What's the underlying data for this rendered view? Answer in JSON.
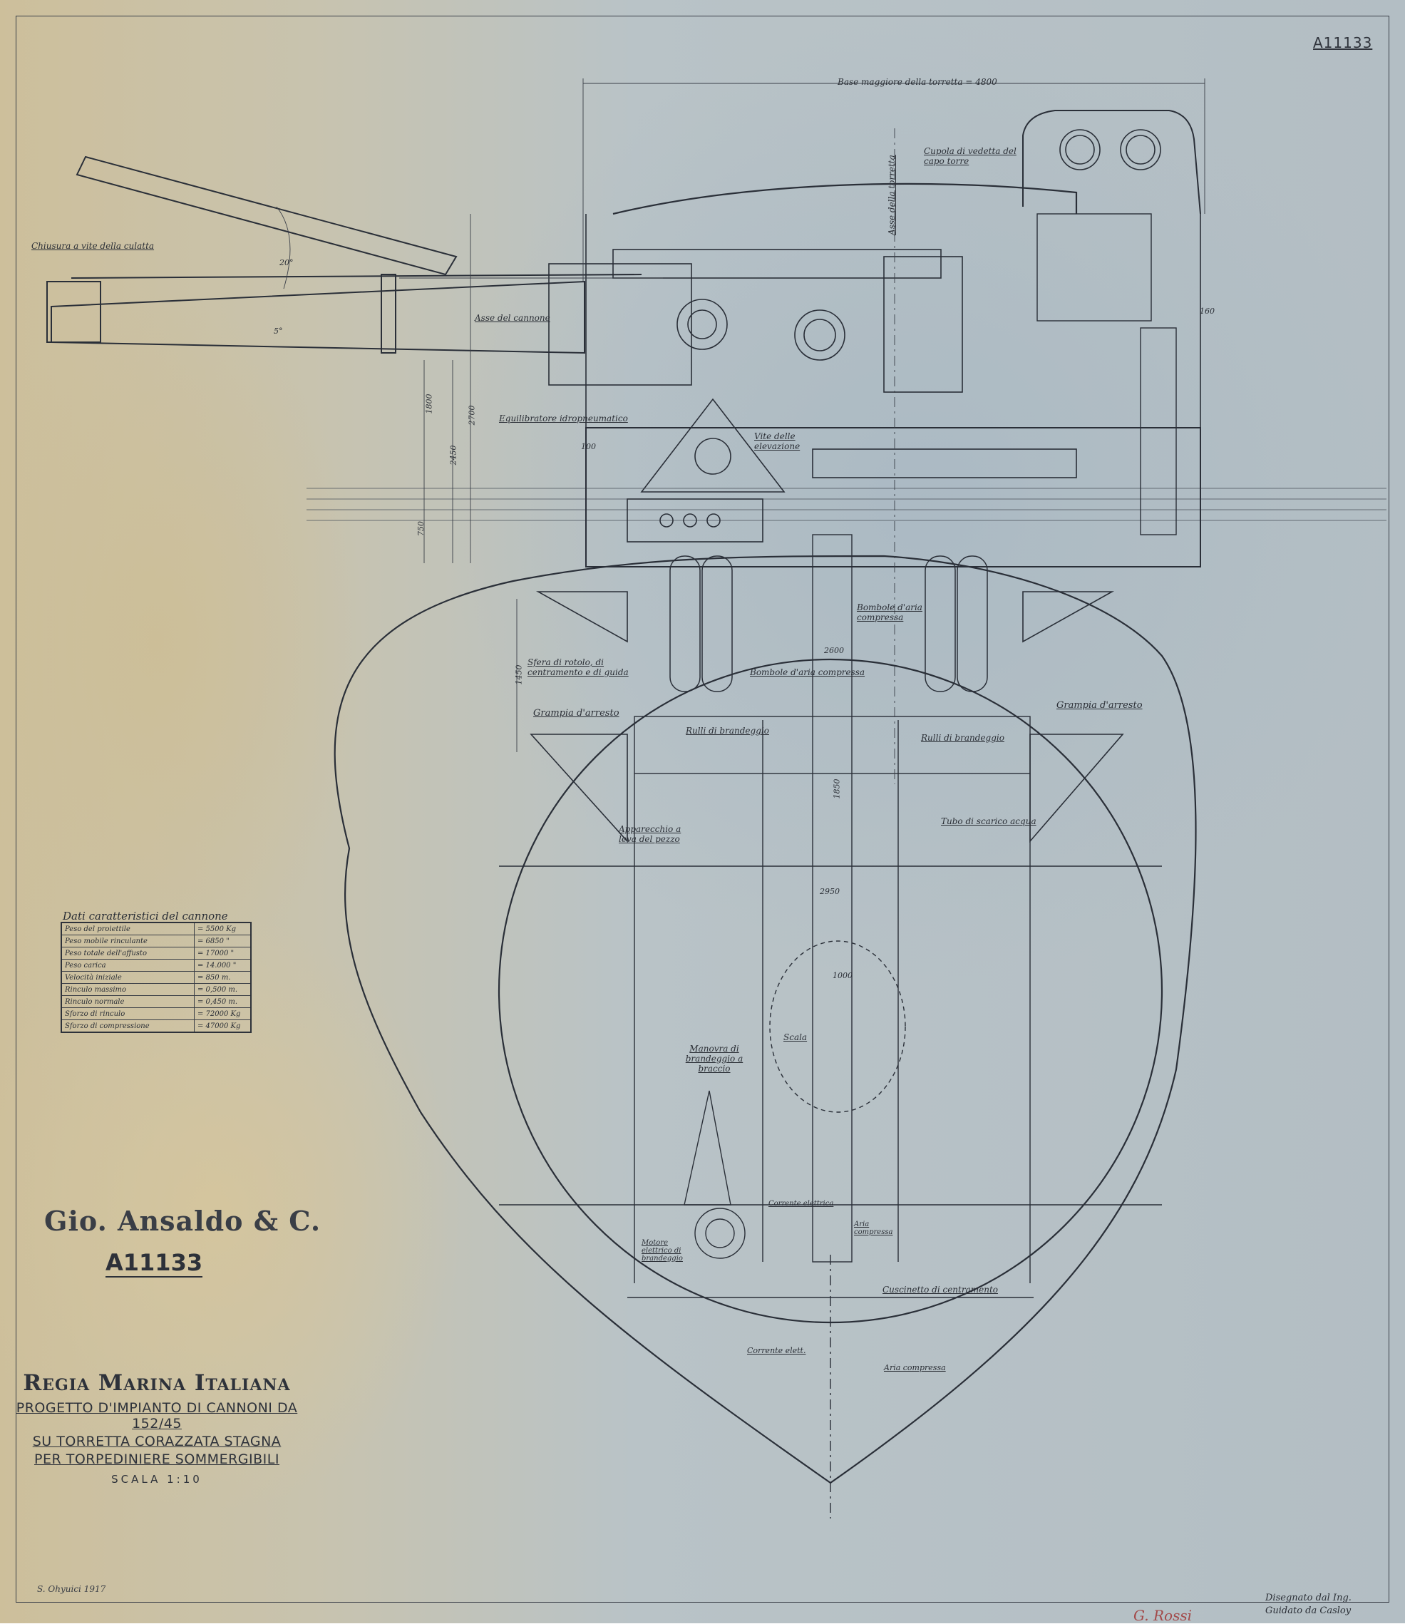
{
  "drawing_number": "A11133",
  "company": "Gio. Ansaldo & C.",
  "title_block": {
    "navy": "Regia Marina Italiana",
    "line1": "PROGETTO D'IMPIANTO DI CANNONI DA 152/45",
    "line2": "SU TORRETTA CORAZZATA STAGNA",
    "line3": "PER TORPEDINIERE SOMMERGIBILI",
    "scale": "SCALA 1:10"
  },
  "spec_table": {
    "title": "Dati caratteristici del cannone",
    "rows": [
      {
        "label": "Peso del proiettile",
        "value": "= 5500 Kg"
      },
      {
        "label": "Peso mobile rinculante",
        "value": "= 6850 \""
      },
      {
        "label": "Peso totale dell'affusto",
        "value": "= 17000 \""
      },
      {
        "label": "Peso carica",
        "value": "= 14.000 \""
      },
      {
        "label": "Velocità iniziale",
        "value": "= 850 m."
      },
      {
        "label": "Rinculo massimo",
        "value": "= 0,500 m."
      },
      {
        "label": "Rinculo normale",
        "value": "= 0,450 m."
      },
      {
        "label": "Sforzo di rinculo",
        "value": "= 72000 Kg"
      },
      {
        "label": "Sforzo di compressione",
        "value": "= 47000 Kg"
      }
    ]
  },
  "annotations": {
    "breech": "Chiusura a vite della culatta",
    "turret_base": "Base maggiore della torretta = 4800",
    "cupola": "Cupola di vedetta del capo torre",
    "gun_axis": "Asse del cannone",
    "turret_axis": "Asse della torretta",
    "equilibrator": "Equilibratore idropneumatico",
    "elevating_gear": "Vite delle elevazione",
    "air_bottles": "Bombole d'aria compressa",
    "air_bottles_2": "Bombole d'aria compressa",
    "roller_path": "Sfera di rotolo, di centramento e di guida",
    "clamp_left": "Grampia d'arresto",
    "clamp_right": "Grampia d'arresto",
    "rollers_left": "Rulli di brandeggio",
    "rollers_right": "Rulli di brandeggio",
    "water_drain": "Tubo di scarico acqua",
    "training_gear": "Apparecchio a leva del pezzo",
    "ladder": "Scala",
    "hand_training": "Manovra di brandeggio a braccio",
    "electric_current": "Corrente elettrica",
    "compressed_air": "Aria compressa",
    "motor": "Motore elettrico di brandeggio",
    "centering": "Cuscinetto di centramento",
    "current_2": "Corrente elett.",
    "air_2": "Aria compressa"
  },
  "dimensions": {
    "elev_20": "20°",
    "elev_5": "5°",
    "d1800": "1800",
    "d2700": "2700",
    "d2450": "2450",
    "d750": "750",
    "d1450": "1450",
    "d2600": "2600",
    "d2950": "2950",
    "d1000": "1000",
    "d160": "160",
    "d100": "100",
    "d1850": "1850"
  },
  "signatures": {
    "left": "S. Ohyuici 1917",
    "middle": "G. Rossi",
    "right_line1": "Disegnato dal Ing.",
    "right_line2": "Guidato da Casloy"
  },
  "colors": {
    "paper": "#b9c3c7",
    "ink": "#2a2f38",
    "aged": "#cdbf9b"
  }
}
